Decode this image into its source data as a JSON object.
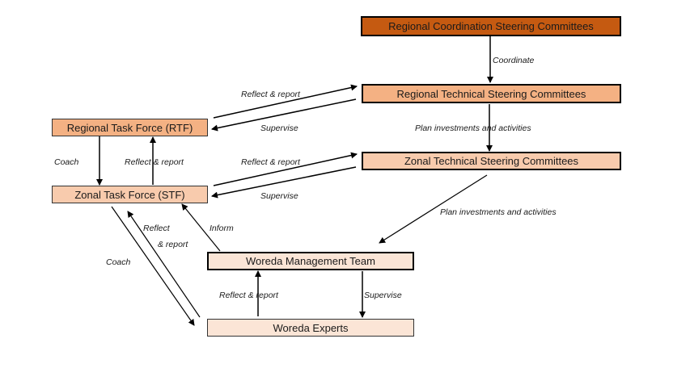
{
  "diagram": {
    "colors": {
      "dark_orange": "#C55A11",
      "orange": "#F4B183",
      "light_orange": "#F8CBAD",
      "pale_orange": "#FBE5D6"
    },
    "nodes": {
      "rcsc": "Regional Coordination Steering Committees",
      "rtsc": "Regional Technical Steering Committees",
      "ztsc": "Zonal Technical  Steering Committees",
      "rtf": "Regional Task Force (RTF)",
      "stf": "Zonal Task Force (STF)",
      "wmt": "Woreda Management Team",
      "we": "Woreda Experts"
    },
    "edges": {
      "rcsc_rtsc": "Coordinate",
      "rtsc_ztsc": "Plan investments and activities",
      "ztsc_wmt": "Plan investments and activities",
      "rtf_rtsc": "Reflect & report",
      "rtsc_rtf": "Supervise",
      "stf_ztsc": "Reflect & report",
      "ztsc_stf": "Supervise",
      "rtf_stf": "Coach",
      "stf_rtf": "Reflect & report",
      "we_stf_line1": "Reflect",
      "we_stf_line2": "& report",
      "stf_we": "Coach",
      "wmt_stf": "Inform",
      "we_wmt": "Reflect & report",
      "wmt_we": "Supervise"
    }
  }
}
